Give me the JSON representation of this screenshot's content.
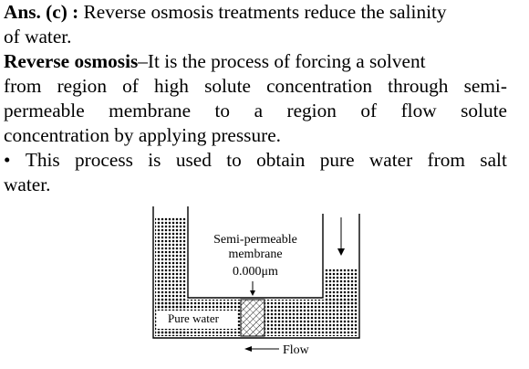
{
  "answer": {
    "prefix": "Ans. (c) : ",
    "line1_rest": "Reverse osmosis treatments reduce the salinity",
    "line2": "of water."
  },
  "definition": {
    "term": "Reverse osmosis",
    "line1_rest": "–It is the process of forcing a solvent",
    "line2_words": [
      "from",
      "region",
      "of",
      "high",
      "solute",
      "concentration",
      "through",
      "semi-"
    ],
    "line3_words": [
      "permeable",
      "membrane",
      "to",
      "a",
      "region",
      "of",
      "flow",
      "solute"
    ],
    "line4": "concentration by applying pressure."
  },
  "bullet": {
    "symbol": "•",
    "line1_words": [
      "This",
      "process",
      "is",
      "used",
      "to",
      "obtain",
      "pure",
      "water",
      "from",
      "salt"
    ],
    "line2": "water."
  },
  "diagram": {
    "membrane_label_1": "Semi-permeable",
    "membrane_label_2": "membrane",
    "membrane_size": "0.000μm",
    "pure_water_label": "Pure water",
    "flow_label": "Flow"
  }
}
